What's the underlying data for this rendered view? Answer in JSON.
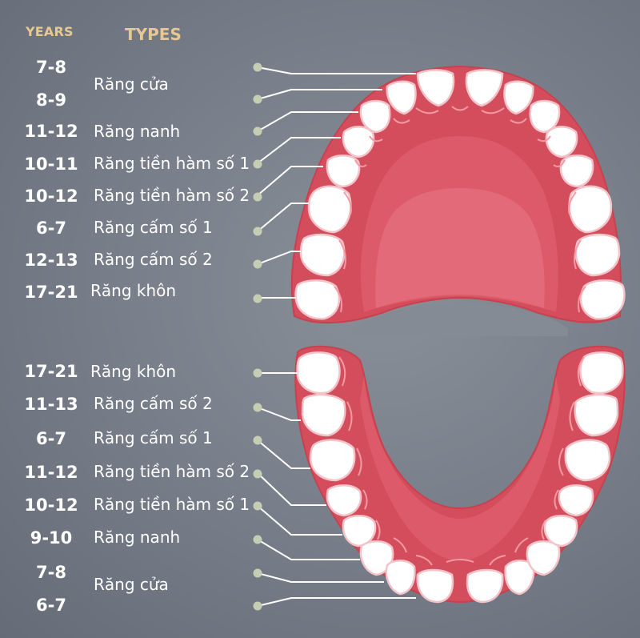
{
  "headers": {
    "years": "YEARS",
    "types": "TYPES"
  },
  "colors": {
    "header": "#e8c88f",
    "text": "#ffffff",
    "gum_outer": "#d44d5c",
    "gum_inner": "#dc5a69",
    "palate": "#e36a78",
    "tooth": "#ffffff",
    "dot": "#c5cdb2",
    "line": "#ffffff"
  },
  "upper": {
    "years": [
      "7-8",
      "8-9",
      "11-12",
      "10-11",
      "10-12",
      "6-7",
      "12-13",
      "17-21"
    ],
    "types": [
      "Răng cửa",
      "Răng nanh",
      "Răng tiền hàm số 1",
      "Răng tiền hàm số 2",
      "Răng cấm số 1",
      "Răng cấm số 2",
      "Răng khôn"
    ]
  },
  "lower": {
    "years": [
      "17-21",
      "11-13",
      "6-7",
      "11-12",
      "10-12",
      "9-10",
      "7-8",
      "6-7"
    ],
    "types": [
      "Răng khôn",
      "Răng cấm số 2",
      "Răng cấm số 1",
      "Răng tiền hàm số 2",
      "Răng tiền hàm số 1",
      "Răng nanh",
      "Răng cửa"
    ]
  }
}
